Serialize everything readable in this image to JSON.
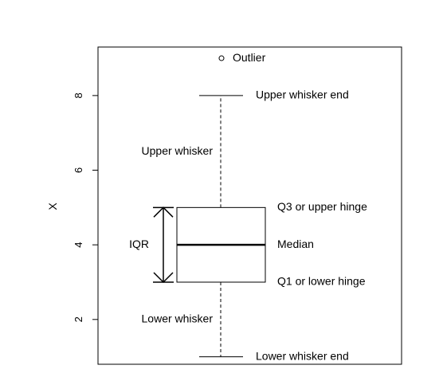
{
  "chart_data": {
    "type": "box",
    "ylabel": "X",
    "ylim": [
      0.8,
      9.3
    ],
    "yticks": [
      {
        "value": 2,
        "label": "2"
      },
      {
        "value": 4,
        "label": "4"
      },
      {
        "value": 6,
        "label": "6"
      },
      {
        "value": 8,
        "label": "8"
      }
    ],
    "box": {
      "lower_whisker_end": 1,
      "q1": 3,
      "median": 4,
      "q3": 5,
      "upper_whisker_end": 8,
      "outliers": [
        9
      ]
    },
    "annotations": {
      "outlier": "Outlier",
      "upper_whisker_end": "Upper whisker end",
      "upper_whisker": "Upper whisker",
      "q3": "Q3 or upper hinge",
      "median": "Median",
      "iqr": "IQR",
      "q1": "Q1 or lower hinge",
      "lower_whisker": "Lower whisker",
      "lower_whisker_end": "Lower whisker end"
    },
    "grid": false,
    "legend": "none"
  }
}
